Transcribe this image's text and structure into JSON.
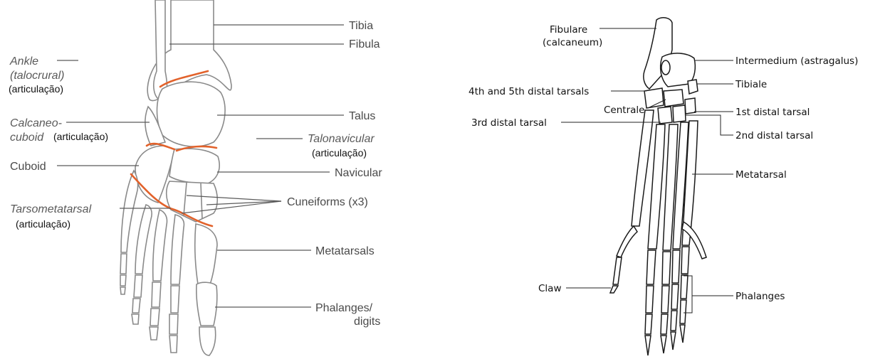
{
  "human_foot": {
    "labels": {
      "tibia": "Tibia",
      "fibula": "Fibula",
      "ankle_1": "Ankle",
      "ankle_2": "(talocrural)",
      "ankle_3": "(articulação)",
      "talus": "Talus",
      "calc_1": "Calcaneo-",
      "calc_2": "cuboid",
      "calc_3": "(articulação)",
      "talonav_1": "Talonavicular",
      "talonav_2": "(articulação)",
      "cuboid": "Cuboid",
      "navicular": "Navicular",
      "cuneiforms": "Cuneiforms (x3)",
      "tarso_1": "Tarsometatarsal",
      "tarso_2": "(articulação)",
      "metatarsals": "Metatarsals",
      "phalanges_1": "Phalanges/",
      "phalanges_2": "digits"
    },
    "colors": {
      "joint": "#e2622b",
      "bone_outline": "#8a8a8a",
      "text": "#4a4a4a"
    }
  },
  "animal_foot": {
    "labels": {
      "fibulare_1": "Fibulare",
      "fibulare_2": "(calcaneum)",
      "intermedium": "Intermedium  (astragalus)",
      "tibiale": "Tibiale",
      "distal45": "4th and 5th distal tarsals",
      "centrale": "Centrale",
      "distal1": "1st distal tarsal",
      "distal3": "3rd distal tarsal",
      "distal2": "2nd distal tarsal",
      "metatarsal": "Metatarsal",
      "claw": "Claw",
      "phalanges": "Phalanges"
    }
  }
}
